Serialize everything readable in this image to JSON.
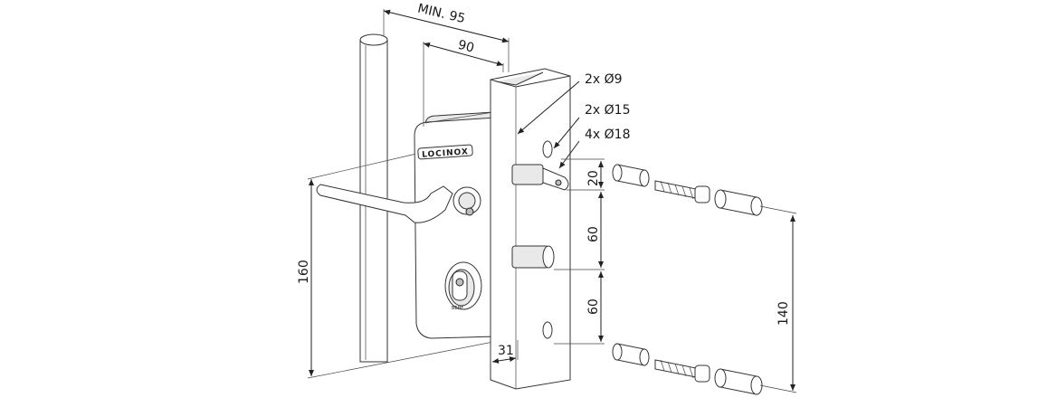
{
  "brand": {
    "logo_text": "LOCINOX"
  },
  "dimensions": {
    "min_width": "MIN. 95",
    "width": "90",
    "hole_small": "2x Ø9",
    "hole_medium": "2x Ø15",
    "hole_large": "4x Ø18",
    "offset_top": "20",
    "spacing_upper": "60",
    "spacing_lower": "60",
    "total_height": "160",
    "bolt_span": "140",
    "post_width": "31"
  },
  "cylinder": {
    "marking": "BEHF"
  }
}
